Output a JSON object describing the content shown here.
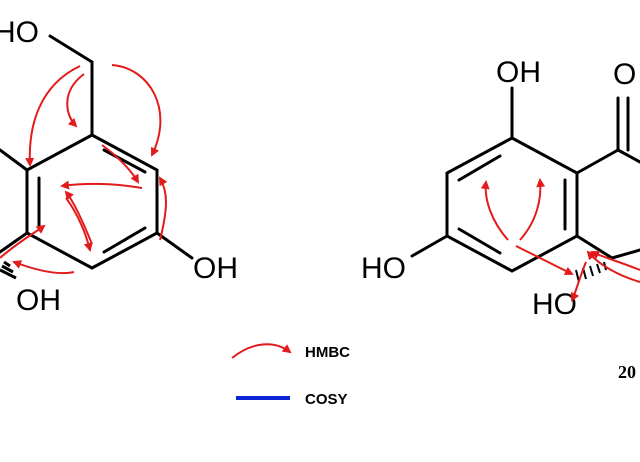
{
  "figure": {
    "left_structure": {
      "labels": {
        "ch2oh": "HO",
        "oh_right": "OH",
        "oh_bottom": "OH"
      }
    },
    "right_structure": {
      "labels": {
        "oh_top": "OH",
        "oh_left": "HO",
        "oh_bottom": "HO",
        "carbonyl_o": "O"
      },
      "compound_number_fragment": "20"
    },
    "legend": {
      "hmbc_label": "HMBC",
      "cosy_label": "COSY"
    },
    "colors": {
      "hmbc": "#e21b1b",
      "cosy": "#0b24d6",
      "bond": "#000000"
    }
  }
}
